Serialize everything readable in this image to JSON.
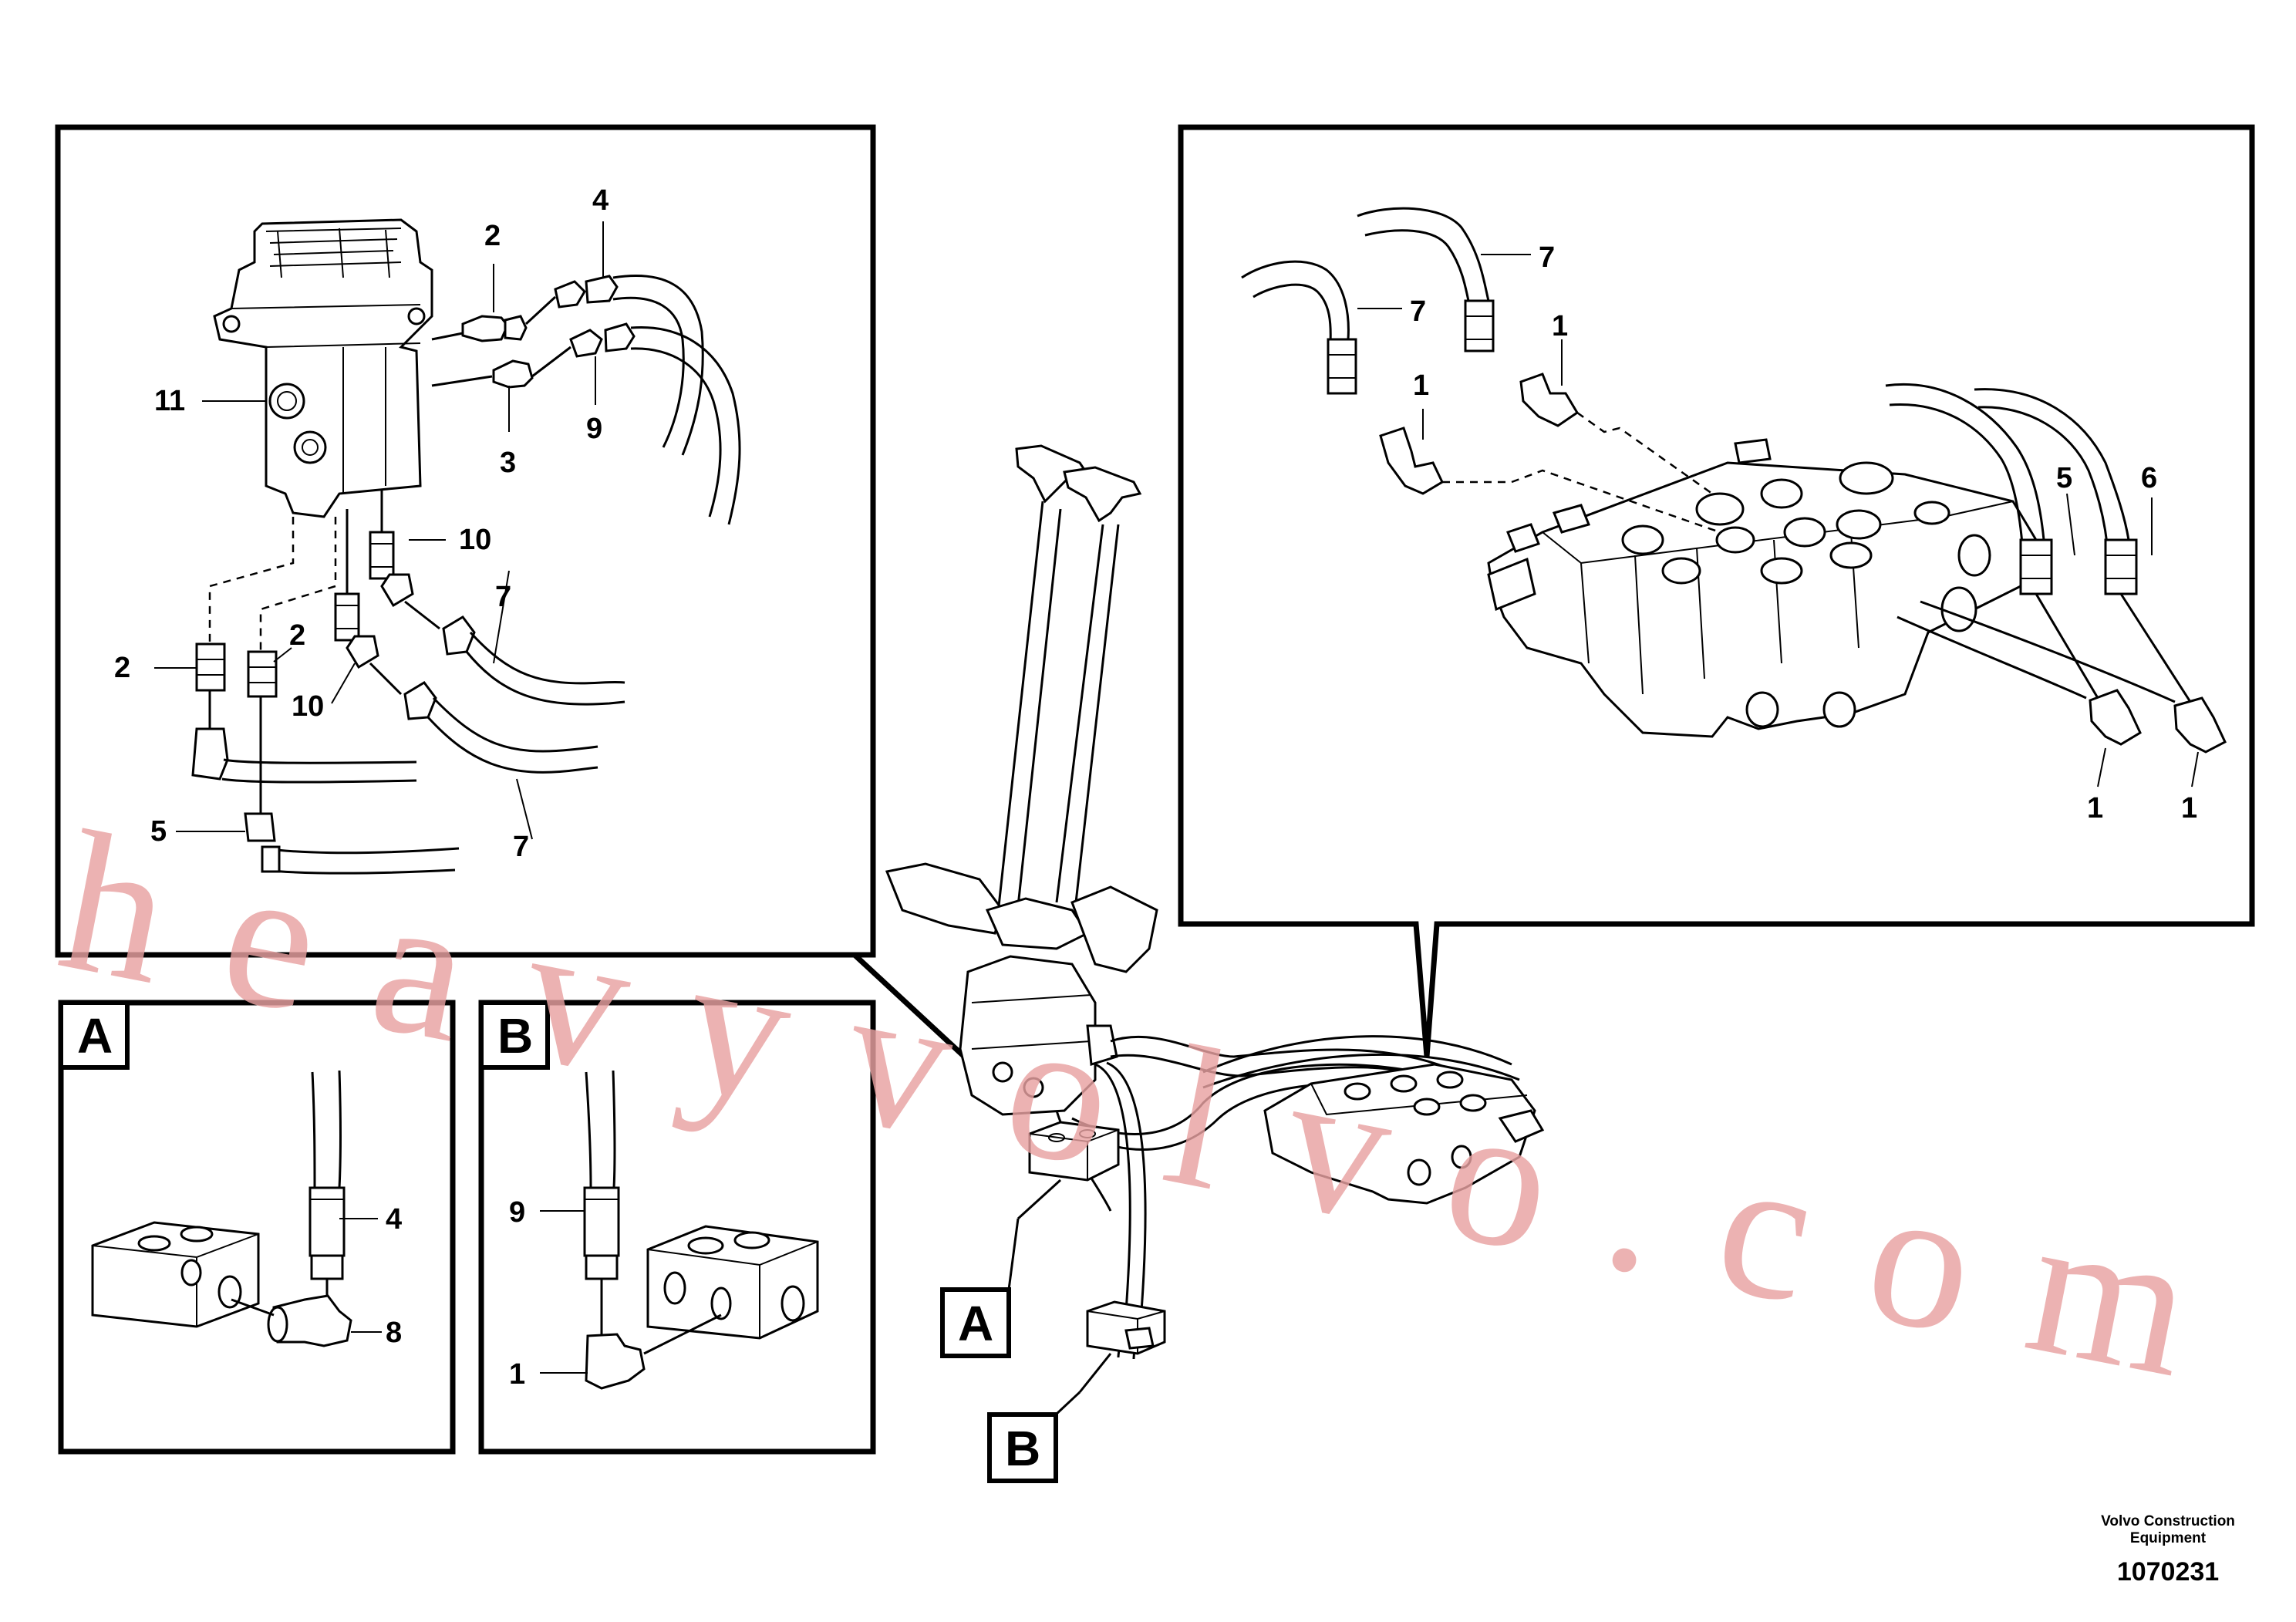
{
  "detail_top_left": {
    "callouts": [
      "2",
      "4",
      "11",
      "3",
      "9",
      "10",
      "7",
      "2",
      "2",
      "10",
      "5",
      "7"
    ]
  },
  "detail_top_right": {
    "callouts": [
      "7",
      "7",
      "1",
      "1",
      "5",
      "6",
      "1",
      "1"
    ]
  },
  "detail_a": {
    "tag": "A",
    "callouts": [
      "4",
      "8"
    ]
  },
  "detail_b": {
    "tag": "B",
    "callouts": [
      "9",
      "1"
    ]
  },
  "main_assembly": {
    "tags": [
      "A",
      "B"
    ]
  },
  "watermark": "heavyvolvo.com",
  "credit": {
    "company": "Volvo Construction\nEquipment",
    "document_number": "1070231"
  }
}
